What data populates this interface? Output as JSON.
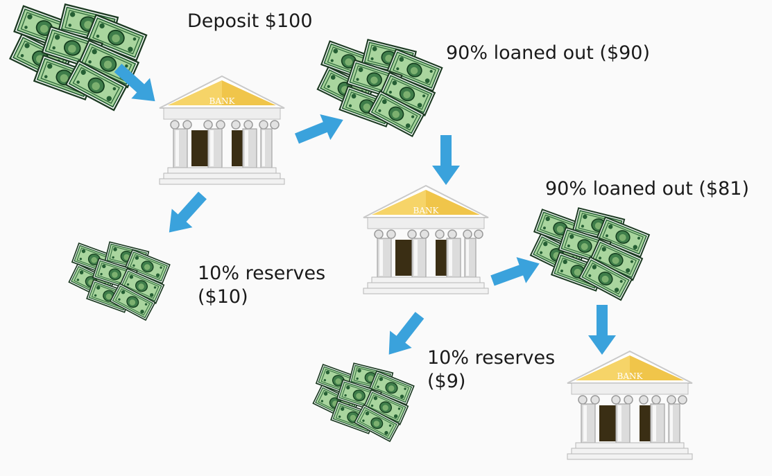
{
  "labels": {
    "deposit": "Deposit  $100",
    "loan_1": "90% loaned out ($90)",
    "loan_2": "90% loaned out ($81)",
    "reserves_1_pct": "10% reserves",
    "reserves_1_amt": "($10)",
    "reserves_2_pct": "10% reserves",
    "reserves_2_amt": "($9)"
  },
  "bank_sign": "BANK",
  "colors": {
    "arrow": "#3aa2dc",
    "money_dark": "#255f34",
    "money_light": "#a9d59e",
    "roof": "#f0c54a",
    "column_shadow": "#3a2e14"
  },
  "icons": {
    "bank": "bank-building-icon",
    "money": "money-stack-icon",
    "arrow": "flow-arrow-icon"
  }
}
